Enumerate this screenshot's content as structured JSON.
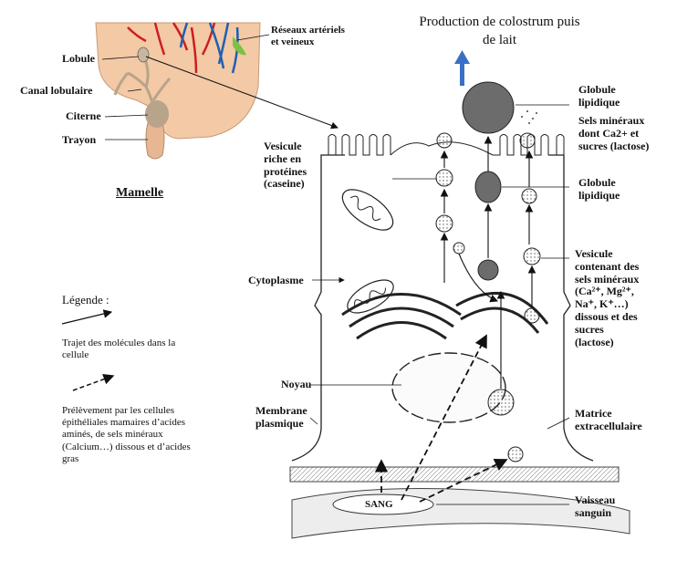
{
  "title": {
    "line1": "Production de colostrum puis",
    "line2": "de lait"
  },
  "mamelle": {
    "label": "Mamelle",
    "parts": {
      "lobule": "Lobule",
      "canal": "Canal lobulaire",
      "citerne": "Citerne",
      "trayon": "Trayon",
      "reseaux_line1": "Réseaux artériels",
      "reseaux_line2": "et veineux"
    }
  },
  "left_labels": {
    "vesicule_line1": "Vesicule",
    "vesicule_line2": "riche en",
    "vesicule_line3": "protéines",
    "vesicule_line4": "(caseine)",
    "cytoplasme": "Cytoplasme",
    "noyau": "Noyau",
    "membrane_line1": "Membrane",
    "membrane_line2": "plasmique",
    "sang": "SANG"
  },
  "right_labels": {
    "globule_top_line1": "Globule",
    "globule_top_line2": "lipidique",
    "sels_line1": "Sels minéraux",
    "sels_line2": "dont Ca2+ et",
    "sels_line3": "sucres (lactose)",
    "globule_mid_line1": "Globule",
    "globule_mid_line2": "lipidique",
    "vesicule2_line1": "Vesicule",
    "vesicule2_line2": "contenant des",
    "vesicule2_line3": "sels minéraux",
    "vesicule2_line4": "(Ca²⁺, Mg²⁺,",
    "vesicule2_line5": "Na⁺, K⁺…)",
    "vesicule2_line6": "dissous et des",
    "vesicule2_line7": "sucres",
    "vesicule2_line8": "(lactose)",
    "matrice_line1": "Matrice",
    "matrice_line2": "extracellulaire",
    "vaisseau_line1": "Vaisseau",
    "vaisseau_line2": "sanguin"
  },
  "legend": {
    "heading": "Légende :",
    "solid_line1": "Trajet des molécules dans la",
    "solid_line2": "cellule",
    "dashed_line1": "Prélèvement par les cellules",
    "dashed_line2": "épithéliales mamaires d’acides",
    "dashed_line3": "aminés, de sels minéraux",
    "dashed_line4": "(Calcium…) dissous et d’acides",
    "dashed_line5": "gras"
  },
  "colors": {
    "artery": "#cc1f1f",
    "vein": "#1f5fb0",
    "lymph": "#7cc242",
    "udder": "#f3c9a6",
    "lobule": "#b8a48a",
    "arrow_up": "#3a6fc4",
    "cell_fill": "#f4f4f4"
  }
}
